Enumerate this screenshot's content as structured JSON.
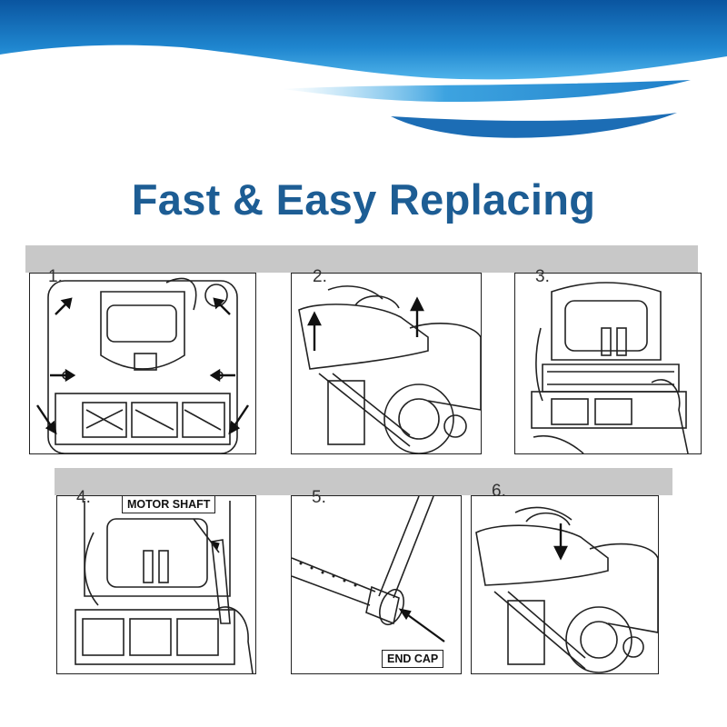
{
  "title": "Fast & Easy Replacing",
  "colors": {
    "title": "#1d5d94",
    "wave_dark": "#0a5fa6",
    "wave_light": "#3aa4e3",
    "band": "#c8c8c8"
  },
  "steps": [
    {
      "number": "1."
    },
    {
      "number": "2."
    },
    {
      "number": "3."
    },
    {
      "number": "4.",
      "label": "MOTOR SHAFT"
    },
    {
      "number": "5.",
      "label": "END CAP"
    },
    {
      "number": "6."
    }
  ]
}
